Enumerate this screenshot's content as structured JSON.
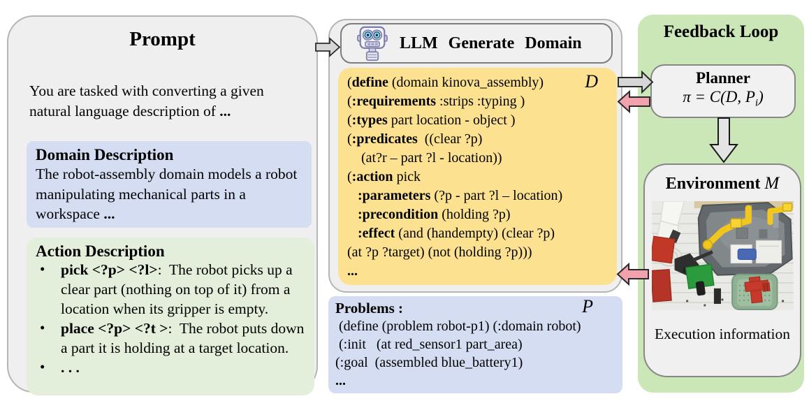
{
  "colors": {
    "panel_gray": "#f0efef",
    "panel_border": "#b5b5b5",
    "blue_box": "#d4ddf1",
    "green_box": "#e3efda",
    "yellow_box": "#fbe190",
    "panel_green": "#cbe6b7",
    "gray_arrow": "#d6d6d6",
    "pink_arrow": "#f2a2ad"
  },
  "prompt_panel": {
    "title": "Prompt",
    "bullet_char": "•",
    "intro": [
      [
        "You are tasked with converting a given natural language description of ",
        0
      ],
      [
        "...",
        1
      ]
    ],
    "domain_description": {
      "title": "Domain Description",
      "body": [
        [
          "The robot-assembly domain models a robot manipulating mechanical parts in a workspace ",
          0
        ],
        [
          "...",
          1
        ]
      ]
    },
    "action_description": {
      "title": "Action Description",
      "bullets": [
        [
          [
            "pick <?p> <?l>",
            1
          ],
          [
            ":  The robot picks up a clear part (nothing on top of it) from a location when its gripper is empty.",
            0
          ]
        ],
        [
          [
            "place <?p> <?t >",
            1
          ],
          [
            ":  The robot puts down a part it is holding at a target location.",
            0
          ]
        ],
        [
          [
            ". . .",
            1
          ]
        ]
      ]
    }
  },
  "llm_section": {
    "header": {
      "icon": "robot-icon",
      "title": "LLM Generate Domain"
    },
    "domain_code": {
      "label": "D",
      "lines": [
        [
          [
            "(",
            0
          ],
          [
            "define",
            1
          ],
          [
            " (domain kinova_assembly)",
            0
          ]
        ],
        [
          [
            "(",
            0
          ],
          [
            ":requirements",
            1
          ],
          [
            " :strips :typing )",
            0
          ]
        ],
        [
          [
            "(",
            0
          ],
          [
            ":types",
            1
          ],
          [
            " part location - object )",
            0
          ]
        ],
        [
          [
            "(",
            0
          ],
          [
            ":predicates",
            1
          ],
          [
            "  ((clear ?p)",
            0
          ]
        ],
        [
          [
            "    (at?r – part ?l - location))",
            0
          ]
        ],
        [
          [
            "(",
            0
          ],
          [
            ":action",
            1
          ],
          [
            " pick",
            0
          ]
        ],
        [
          [
            "   ",
            0
          ],
          [
            ":parameters",
            1
          ],
          [
            " (?p - part ?l – location)",
            0
          ]
        ],
        [
          [
            "   ",
            0
          ],
          [
            ":precondition",
            1
          ],
          [
            " (holding ?p)",
            0
          ]
        ],
        [
          [
            "   ",
            0
          ],
          [
            ":effect",
            1
          ],
          [
            " (and (handempty) (clear ?p)",
            0
          ]
        ],
        [
          [
            "(at ?p ?target) (not (holding ?p)))",
            0
          ]
        ],
        [
          [
            "...",
            1
          ]
        ]
      ]
    },
    "problems": {
      "title": "Problems :",
      "label": "P",
      "lines": [
        [
          [
            " (define (problem robot-p1) (:domain robot)",
            0
          ]
        ],
        [
          [
            " (:init   (at red_sensor1 part_area)",
            0
          ]
        ],
        [
          [
            "(:goal  (assembled blue_battery1)",
            0
          ]
        ],
        [
          [
            "...",
            1
          ]
        ]
      ]
    }
  },
  "feedback_panel": {
    "title": "Feedback Loop",
    "planner": {
      "title": "Planner",
      "formula_main": "π = C(D, P",
      "formula_sub": "i",
      "formula_end": ")"
    },
    "environment": {
      "title": "Environment",
      "label": "M",
      "photo_icon": "robot-workcell-photo",
      "caption": "Execution information"
    }
  },
  "arrows": {
    "prompt_to_llm": "gray-right-arrow",
    "domain_to_planner": "gray-right-arrow",
    "planner_to_domain": "pink-left-arrow",
    "planner_to_environment": "gray-down-arrow",
    "environment_to_domain": "pink-left-arrow"
  }
}
